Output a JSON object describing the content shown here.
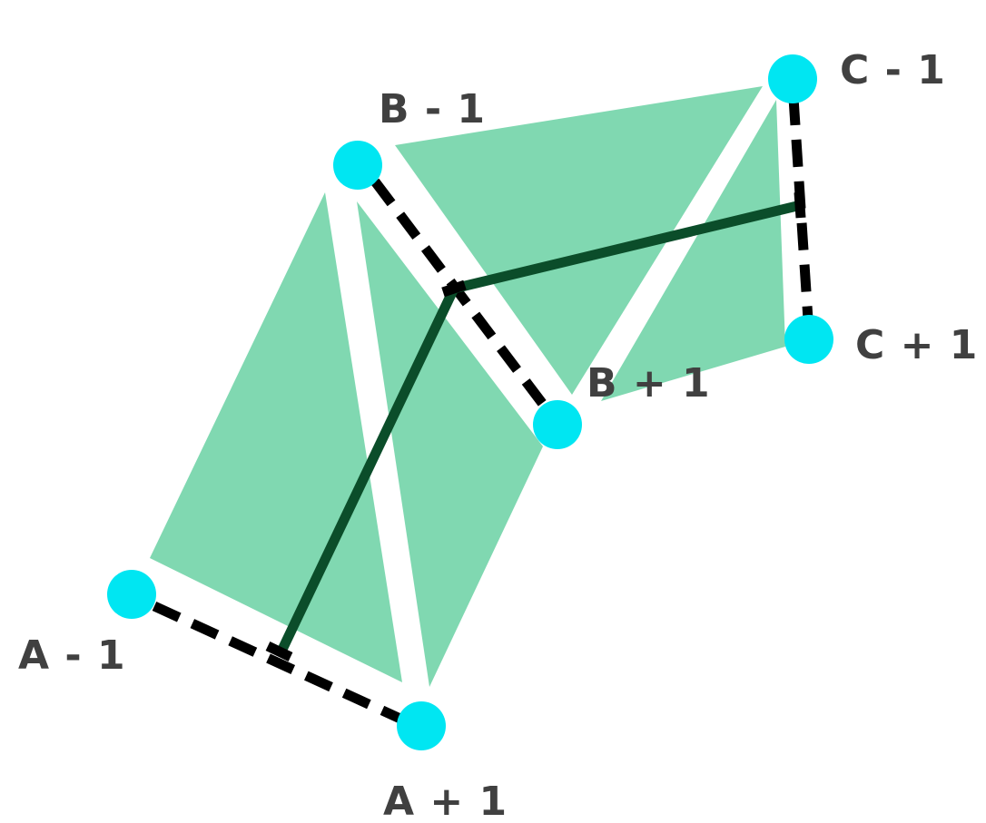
{
  "colors": {
    "triangle_fill": "#6ed3a6",
    "point_fill": "#00e6f2",
    "dashed_line": "#000000",
    "spine_line": "#000000",
    "spine_line_over_fill": "#0b4d2a",
    "label_text": "#404040",
    "background": "#ffffff"
  },
  "points": [
    {
      "id": "a_minus",
      "label": "A - 1"
    },
    {
      "id": "a_plus",
      "label": "A + 1"
    },
    {
      "id": "b_minus",
      "label": "B - 1"
    },
    {
      "id": "b_plus",
      "label": "B + 1"
    },
    {
      "id": "c_minus",
      "label": "C - 1"
    },
    {
      "id": "c_plus",
      "label": "C + 1"
    }
  ]
}
